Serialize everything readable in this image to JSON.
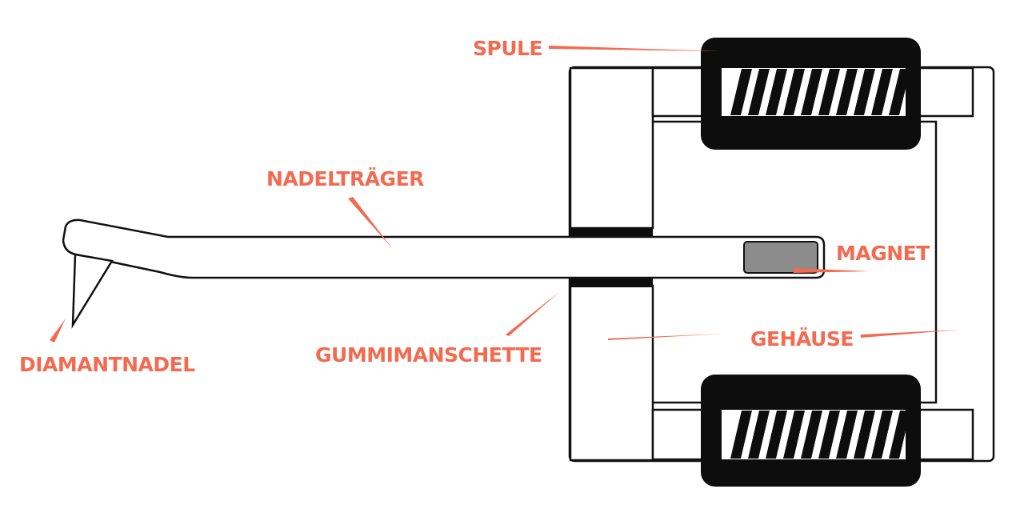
{
  "colors": {
    "label": "#f26b50",
    "outline": "#111111",
    "fill": "#ffffff",
    "coil": "#0d0d0d",
    "magnet": "#8c8c8c"
  },
  "labels": {
    "spule": "SPULE",
    "nadeltraeger": "NADELTRÄGER",
    "magnet": "MAGNET",
    "gummimanschette": "GUMMIMANSCHETTE",
    "gehaeuse": "GEHÄUSE",
    "diamantnadel": "DIAMANTNADEL"
  }
}
